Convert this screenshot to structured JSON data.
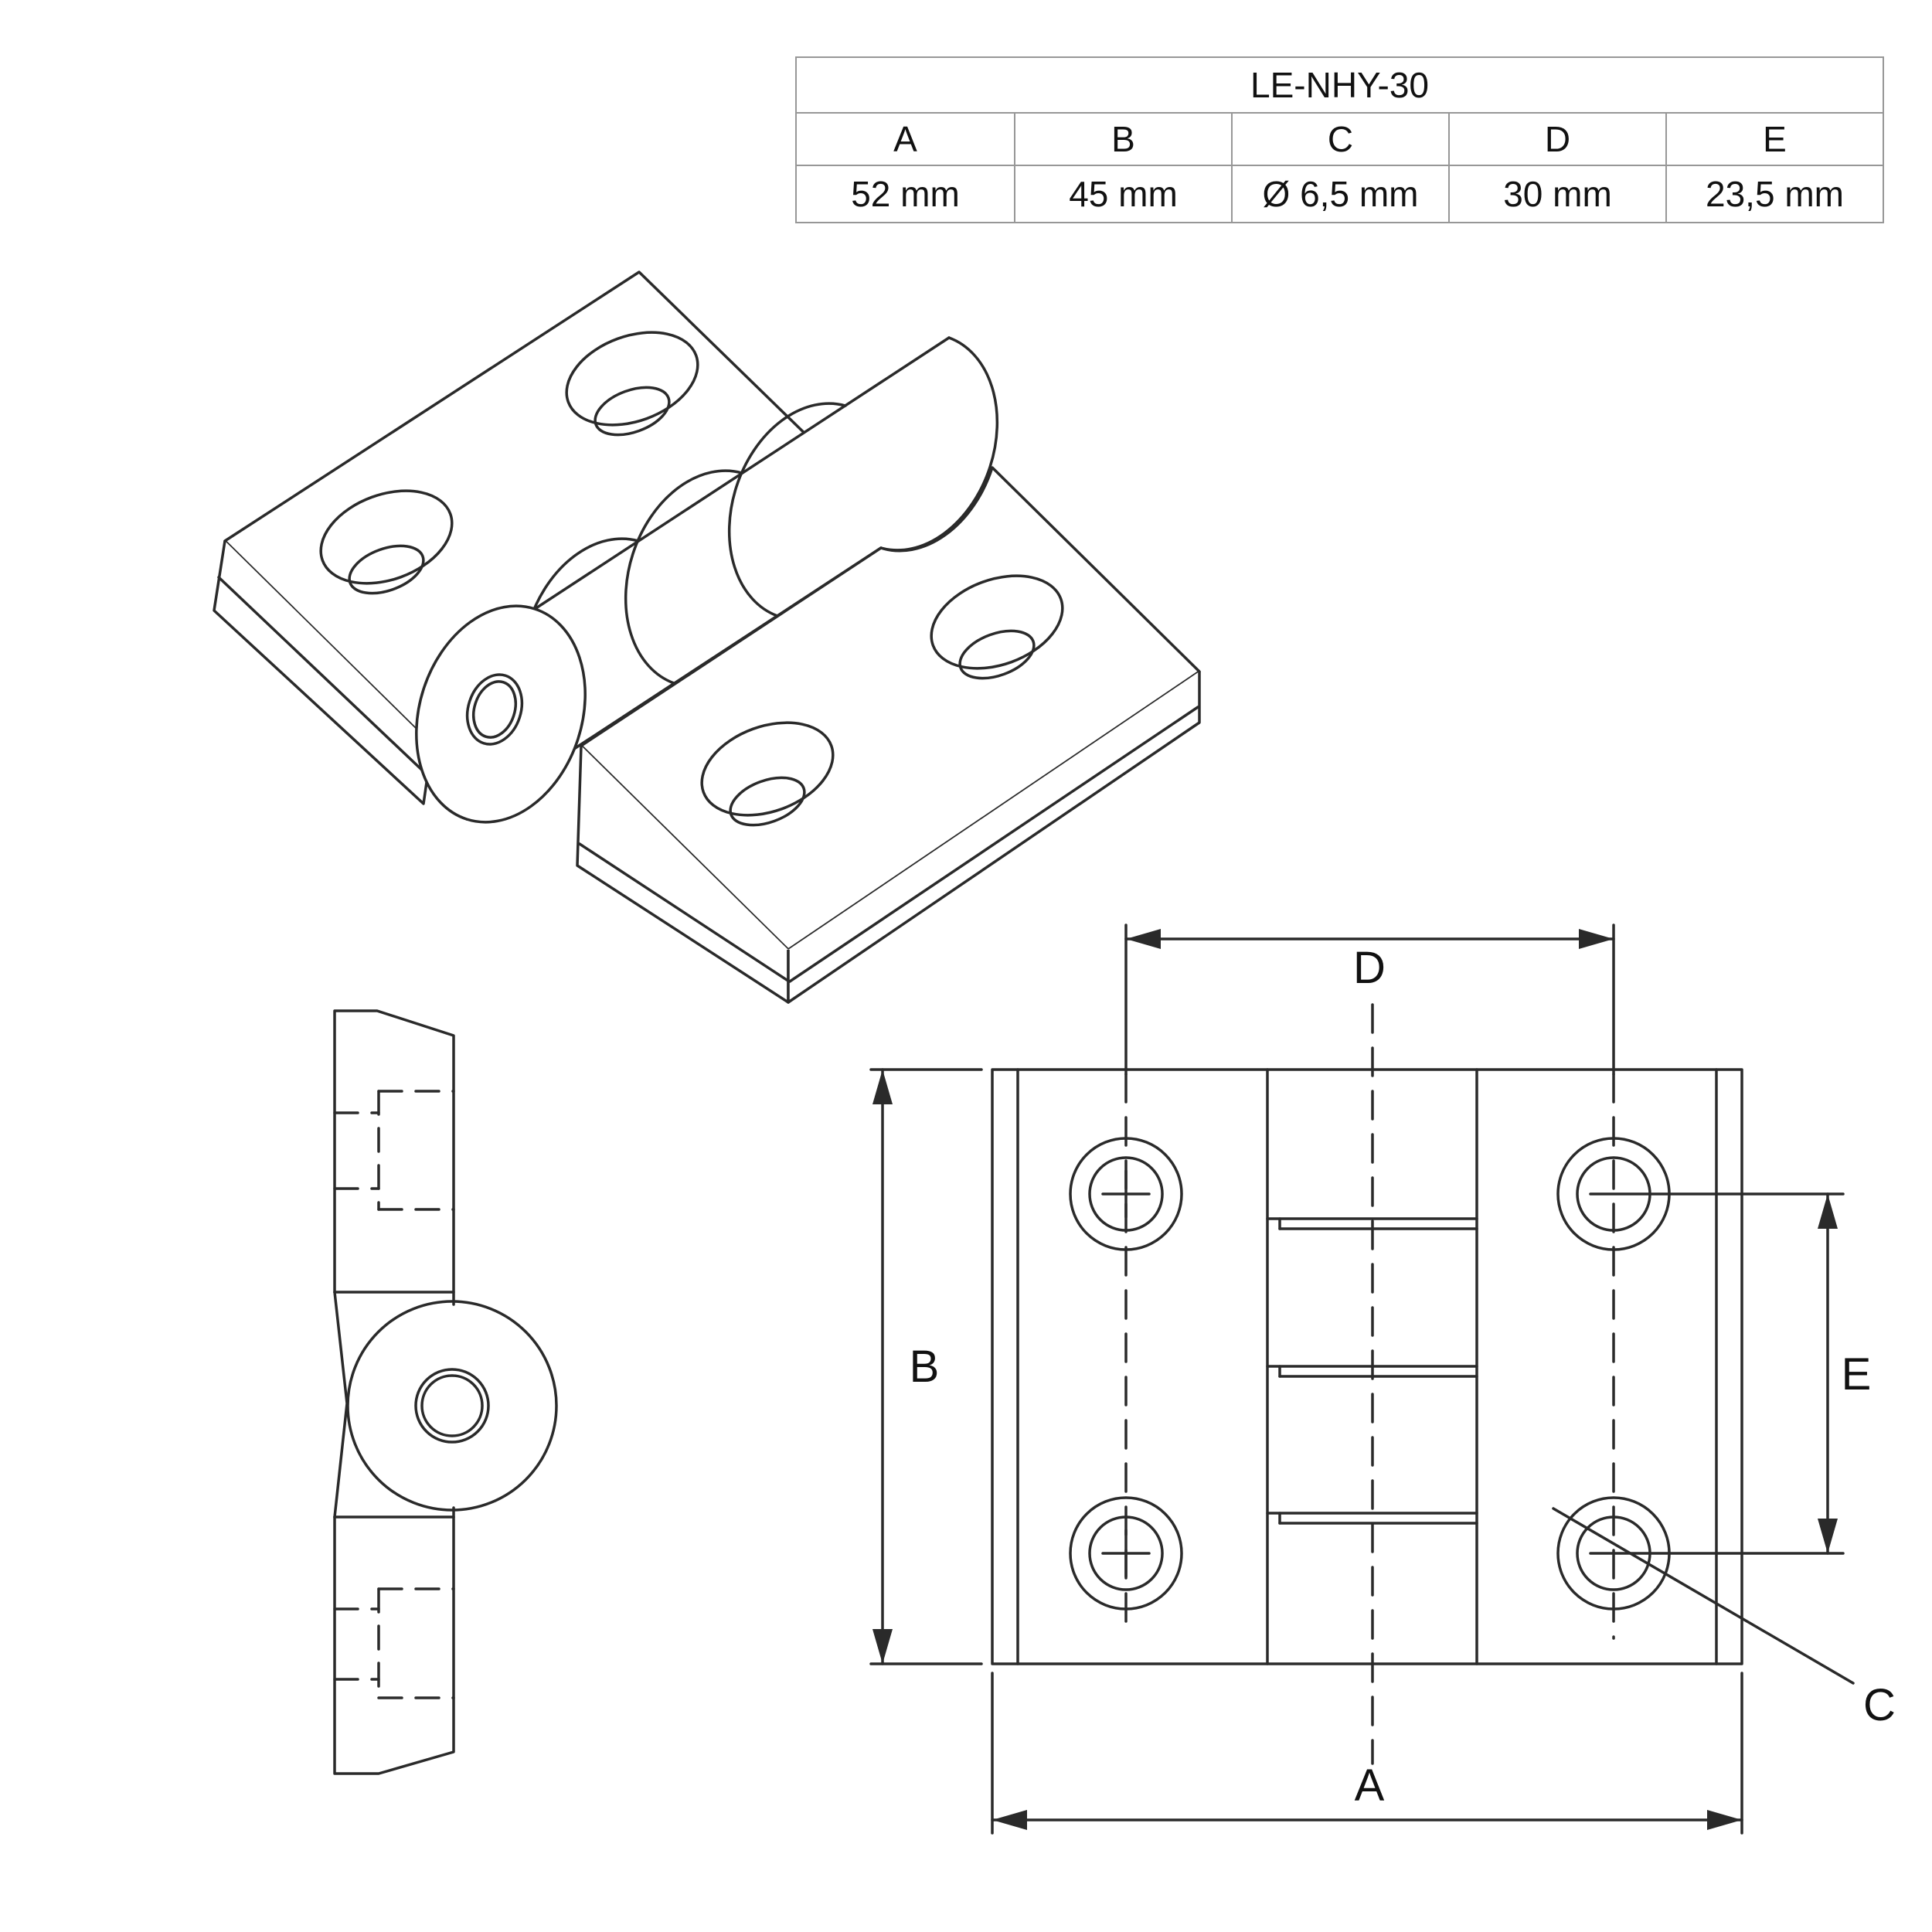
{
  "table": {
    "title": "LE-NHY-30",
    "columns": [
      "A",
      "B",
      "C",
      "D",
      "E"
    ],
    "values": [
      "52 mm",
      "45 mm",
      "Ø 6,5 mm",
      "30 mm",
      "23,5 mm"
    ]
  },
  "dims": {
    "width": "A",
    "height": "B",
    "hole_diameter": "C",
    "hole_spacing_horizontal": "D",
    "hole_spacing_vertical": "E"
  },
  "views": {
    "isometric": "isometric hinge view",
    "side": "side profile view",
    "front": "front dimensioned view"
  },
  "colors": {
    "line": "#2a2a2a",
    "table_border": "#979797",
    "text": "#111111",
    "background": "#ffffff"
  }
}
